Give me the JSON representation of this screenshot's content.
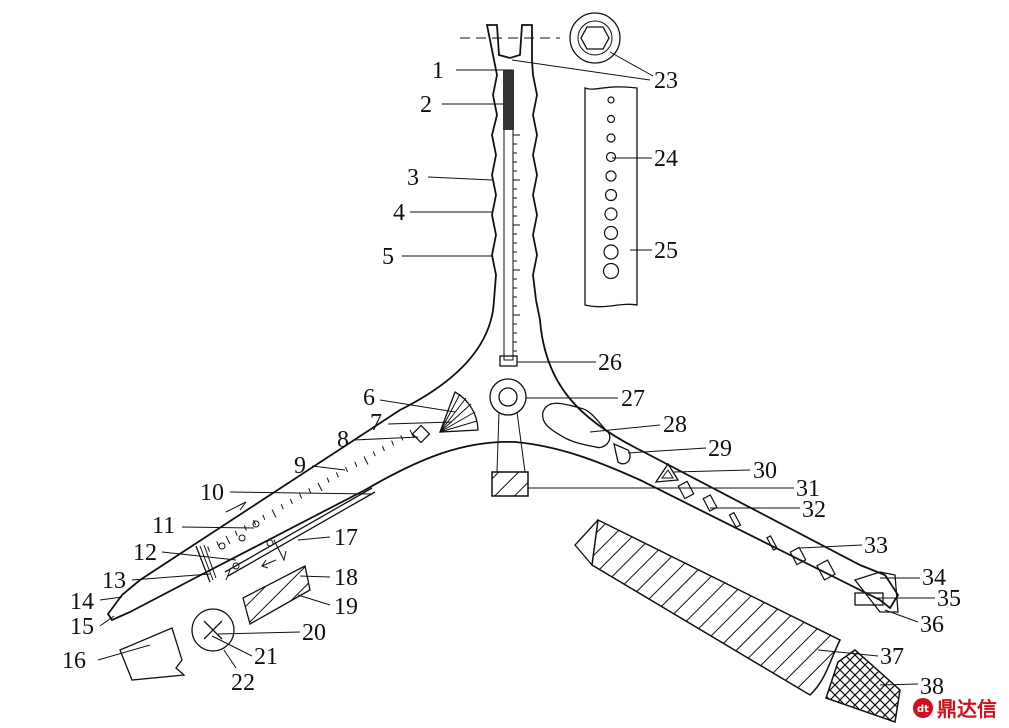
{
  "labels": [
    {
      "id": "1",
      "text": "1"
    },
    {
      "id": "2",
      "text": "2"
    },
    {
      "id": "3",
      "text": "3"
    },
    {
      "id": "4",
      "text": "4"
    },
    {
      "id": "5",
      "text": "5"
    },
    {
      "id": "6",
      "text": "6"
    },
    {
      "id": "7",
      "text": "7"
    },
    {
      "id": "8",
      "text": "8"
    },
    {
      "id": "9",
      "text": "9"
    },
    {
      "id": "10",
      "text": "10"
    },
    {
      "id": "11",
      "text": "11"
    },
    {
      "id": "12",
      "text": "12"
    },
    {
      "id": "13",
      "text": "13"
    },
    {
      "id": "14",
      "text": "14"
    },
    {
      "id": "15",
      "text": "15"
    },
    {
      "id": "16",
      "text": "16"
    },
    {
      "id": "17",
      "text": "17"
    },
    {
      "id": "18",
      "text": "18"
    },
    {
      "id": "19",
      "text": "19"
    },
    {
      "id": "20",
      "text": "20"
    },
    {
      "id": "21",
      "text": "21"
    },
    {
      "id": "22",
      "text": "22"
    },
    {
      "id": "23",
      "text": "23"
    },
    {
      "id": "24",
      "text": "24"
    },
    {
      "id": "25",
      "text": "25"
    },
    {
      "id": "26",
      "text": "26"
    },
    {
      "id": "27",
      "text": "27"
    },
    {
      "id": "28",
      "text": "28"
    },
    {
      "id": "29",
      "text": "29"
    },
    {
      "id": "30",
      "text": "30"
    },
    {
      "id": "31",
      "text": "31"
    },
    {
      "id": "32",
      "text": "32"
    },
    {
      "id": "33",
      "text": "33"
    },
    {
      "id": "34",
      "text": "34"
    },
    {
      "id": "35",
      "text": "35"
    },
    {
      "id": "36",
      "text": "36"
    },
    {
      "id": "37",
      "text": "37"
    },
    {
      "id": "38",
      "text": "38"
    }
  ],
  "watermark": {
    "text": "鼎达信",
    "color": "#d0101a"
  }
}
